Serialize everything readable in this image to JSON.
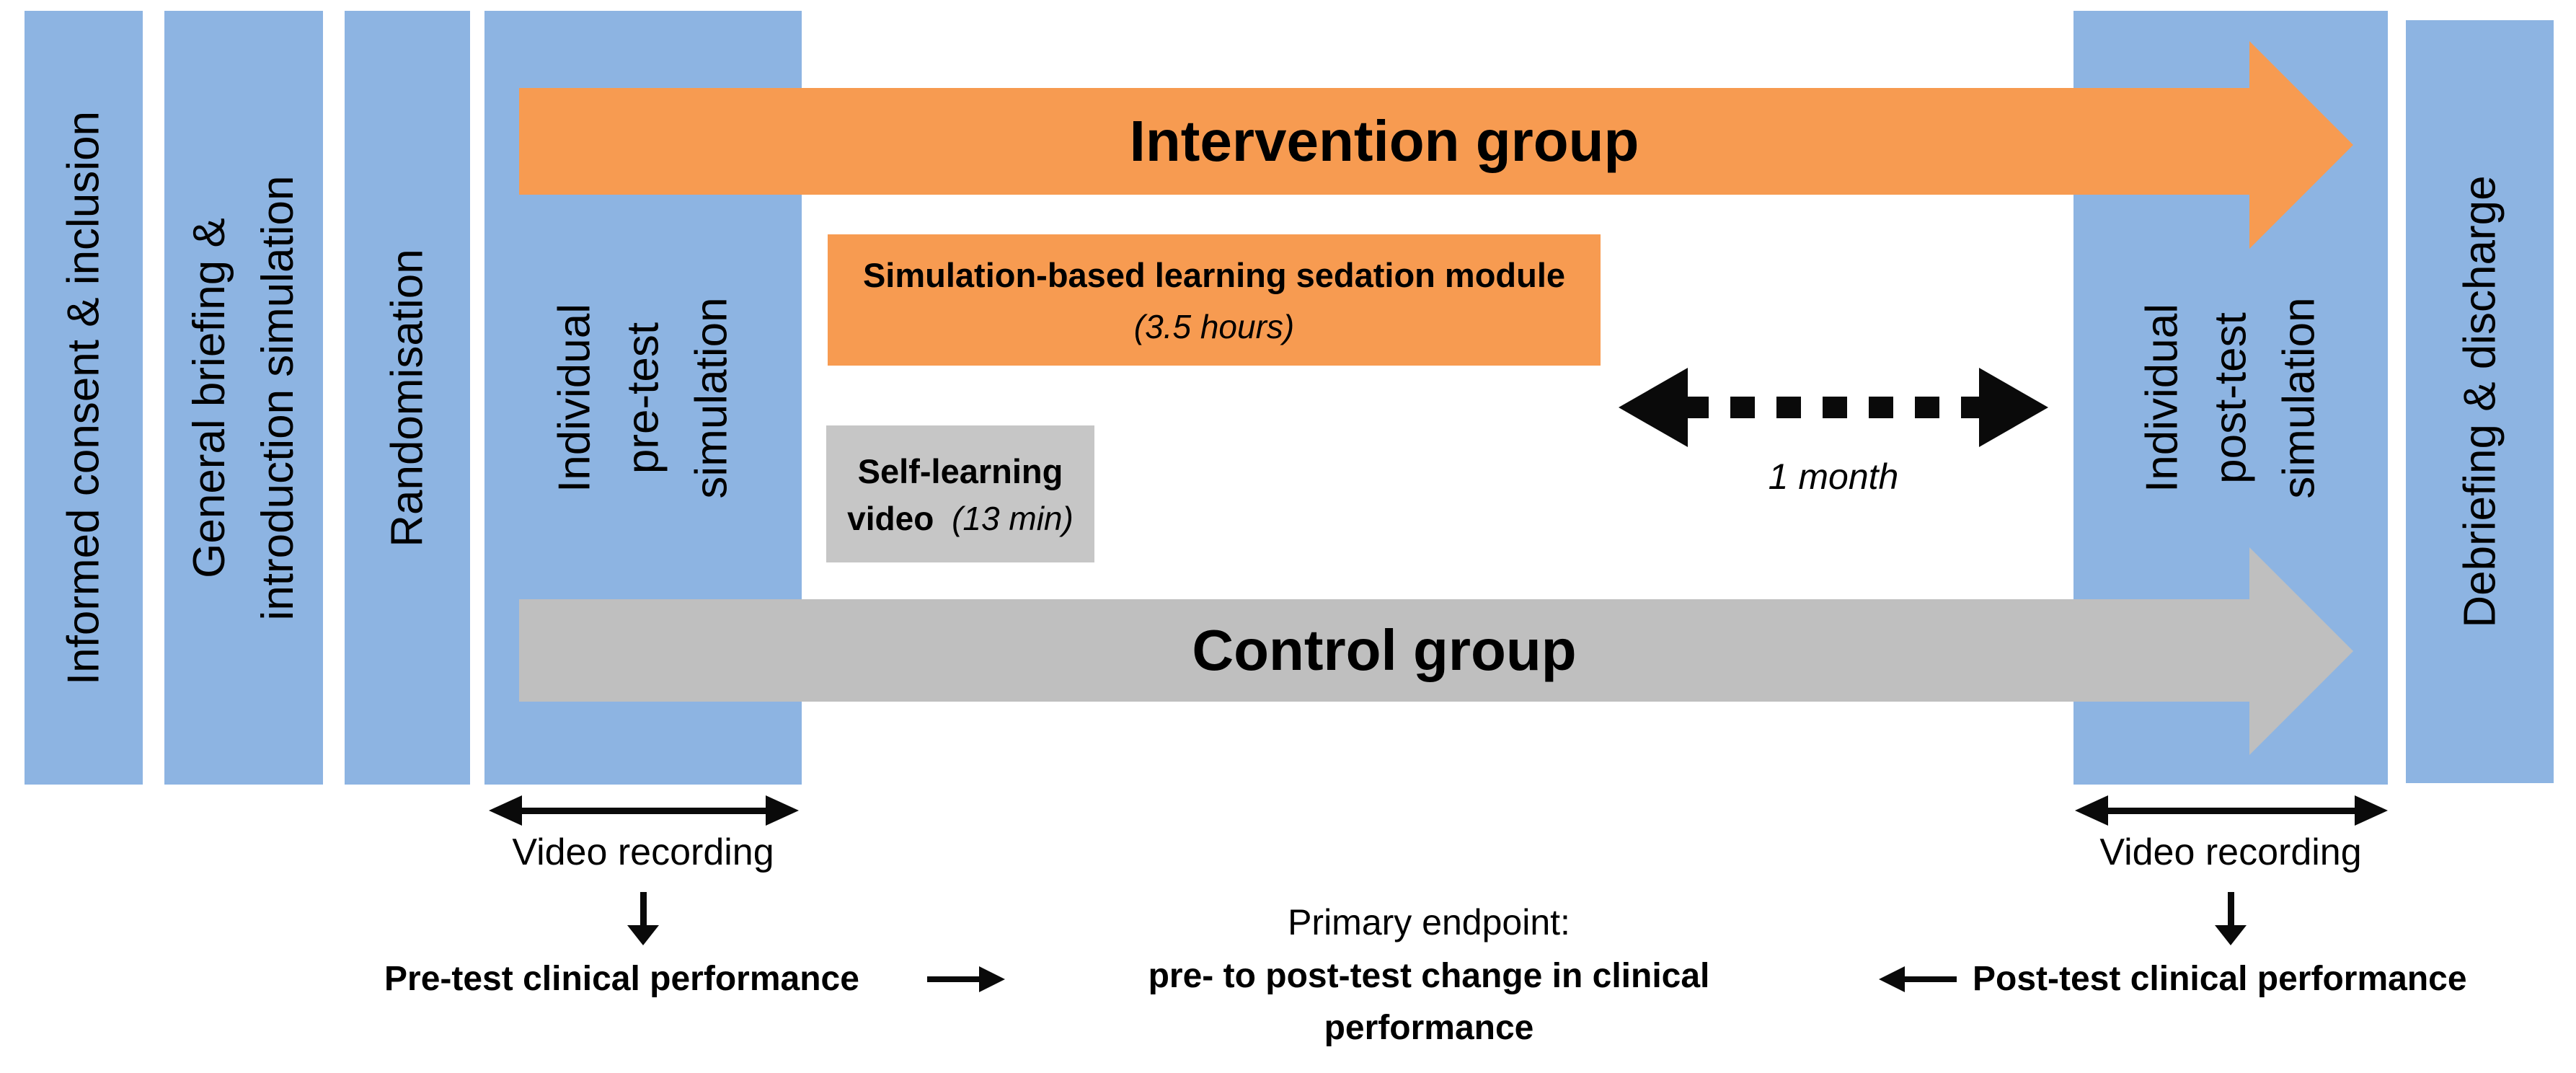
{
  "palette": {
    "blue": "#8db4e2",
    "orange": "#f79b51",
    "gray": "#bfbfbf",
    "graybox": "#c6c6c6",
    "ink": "#0a0a0a"
  },
  "columns": [
    {
      "label": "Informed consent & inclusion"
    },
    {
      "label": "General briefing &\nintroduction simulation"
    },
    {
      "label": "Randomisation"
    },
    {
      "label": "Individual\npre-test\nsimulation"
    },
    {
      "label": "Individual\npost-test\nsimulation"
    },
    {
      "label": "Debriefing & discharge"
    }
  ],
  "arrows": {
    "intervention": {
      "label": "Intervention group"
    },
    "control": {
      "label": "Control group"
    },
    "gap": {
      "label": "1 month"
    }
  },
  "boxes": {
    "module": {
      "title": "Simulation-based learning sedation module",
      "duration": "(3.5 hours)"
    },
    "video": {
      "line1": "Self-learning",
      "line2_bold": "video",
      "line2_italic": "(13 min)"
    }
  },
  "annotations": {
    "video_recording_left": "Video recording",
    "video_recording_right": "Video recording",
    "pretest": "Pre-test clinical performance",
    "posttest": "Post-test clinical performance",
    "endpoint_title": "Primary endpoint:",
    "endpoint_line1": "pre- to post-test change in clinical",
    "endpoint_line2": "performance"
  }
}
